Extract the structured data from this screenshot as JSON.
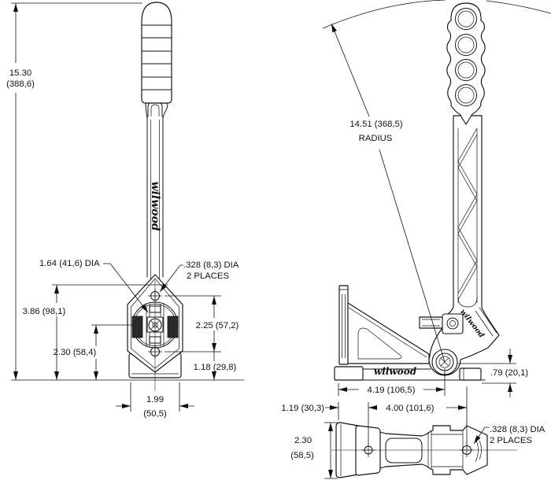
{
  "drawing": {
    "brand_logo": "wilwood",
    "front_view": {
      "overall_height_in": "15.30",
      "overall_height_mm": "(388,6)",
      "center_bore_dia": "1.64 (41,6) DIA",
      "mount_holes_dia": ".328 (8,3) DIA",
      "mount_holes_places": "2 PLACES",
      "top_hole_to_base": "3.86 (98,1)",
      "hole_spacing": "2.25 (57,2)",
      "pivot_to_base": "2.30 (58,4)",
      "lower_hole_to_base": "1.18 (29,8)",
      "base_width_in": "1.99",
      "base_width_mm": "(50,5)"
    },
    "side_view": {
      "handle_radius": "14.51 (368,5)",
      "handle_radius_label": "RADIUS",
      "bracket_length": "4.19 (106,5)",
      "pivot_height": ".79 (20,1)"
    },
    "bottom_view": {
      "edge_to_first_hole": "1.19 (30,3)",
      "hole_spacing": "4.00 (101,6)",
      "bracket_width_in": "2.30",
      "bracket_width_mm": "(58,5)",
      "mount_holes_dia": ".328 (8,3) DIA",
      "mount_holes_places": "2 PLACES"
    }
  }
}
